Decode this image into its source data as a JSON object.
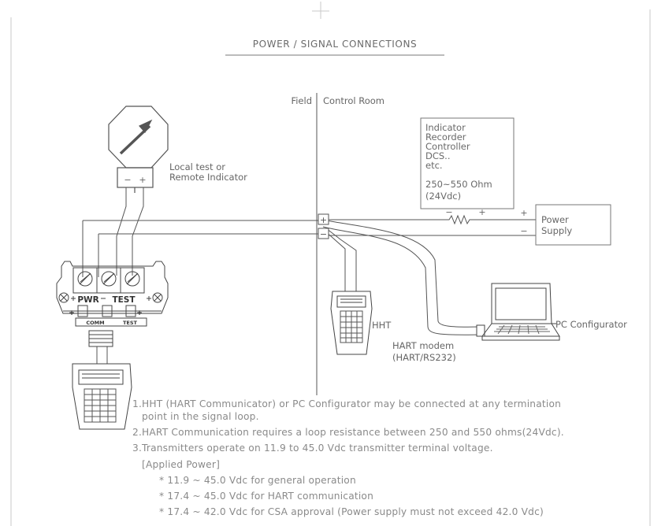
{
  "title": "POWER / SIGNAL CONNECTIONS",
  "field_label": "Field",
  "control_room_label": "Control Room",
  "local_indicator": {
    "line1": "Local test or",
    "line2": "Remote Indicator",
    "minus": "−",
    "plus": "+"
  },
  "receiver_box": {
    "lines": [
      "Indicator",
      "Recorder",
      "Controller",
      "DCS..",
      "etc."
    ],
    "resistance": "250~550 Ohm",
    "voltage": "(24Vdc)"
  },
  "resistor": {
    "minus": "−",
    "plus": "+"
  },
  "power_supply": {
    "line1": "Power",
    "line2": "Supply",
    "plus": "+",
    "minus": "−"
  },
  "junction": {
    "plus": "+",
    "minus": "−"
  },
  "transmitter": {
    "pwr_label": "PWR",
    "test_label": "TEST",
    "comm_label": "COMM",
    "test_bottom_label": "TEST"
  },
  "hht_label": "HHT",
  "hart_modem": {
    "line1": "HART modem",
    "line2": "(HART/RS232)"
  },
  "pc_configurator_label": "PC Configurator",
  "notes": [
    "1.HHT (HART Communicator) or PC Configurator may be connected at any termination",
    "point in the signal loop.",
    "2.HART Communication requires a loop resistance between 250 and 550 ohms(24Vdc).",
    "3.Transmitters operate on 11.9 to 45.0 Vdc transmitter terminal voltage."
  ],
  "applied_power": {
    "heading": "[Applied Power]",
    "items": [
      "* 11.9 ~ 45.0 Vdc for general operation",
      "* 17.4 ~ 45.0 Vdc for HART communication",
      "* 17.4 ~ 42.0 Vdc for CSA approval (Power supply must not exceed 42.0 Vdc)"
    ]
  }
}
